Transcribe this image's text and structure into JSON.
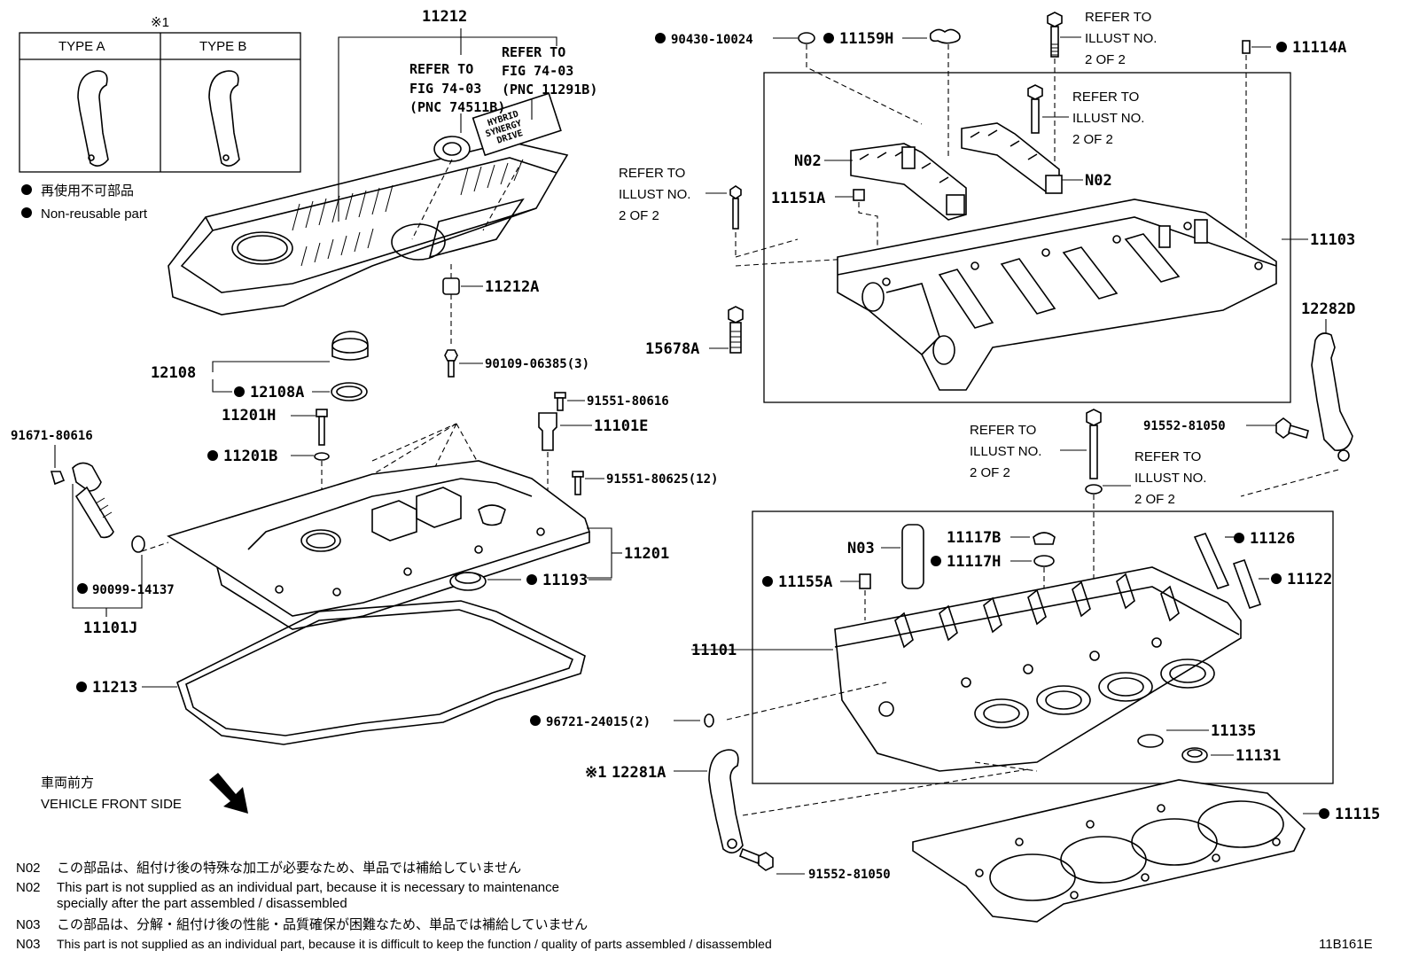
{
  "legend": {
    "note_mark": "※1",
    "type_a": "TYPE A",
    "type_b": "TYPE B",
    "nonreusable_jp": "再使用不可部品",
    "nonreusable_en": "Non-reusable part"
  },
  "direction": {
    "jp": "車両前方",
    "en": "VEHICLE FRONT SIDE"
  },
  "labels": {
    "p11212": "11212",
    "ref_fig_74511b_1": "REFER TO",
    "ref_fig_74511b_2": "FIG 74-03",
    "ref_fig_74511b_3": "(PNC 74511B)",
    "ref_fig_11291b_1": "REFER TO",
    "ref_fig_11291b_2": "FIG 74-03",
    "ref_fig_11291b_3": "(PNC 11291B)",
    "emblem_1": "HYBRID",
    "emblem_2": "SYNERGY",
    "emblem_3": "DRIVE",
    "p11212a": "11212A",
    "p90109": "90109-06385(3)",
    "p12108": "12108",
    "p12108a": "12108A",
    "p11201h": "11201H",
    "p11201b": "11201B",
    "p91551_80616": "91551-80616",
    "p11101e": "11101E",
    "p91551_80625": "91551-80625(12)",
    "p91671": "91671-80616",
    "p11201": "11201",
    "p11193": "11193",
    "p90099": "90099-14137",
    "p11101j": "11101J",
    "p11213": "11213",
    "p90430": "90430-10024",
    "p11159h": "11159H",
    "ref_illust_1a": "REFER TO",
    "ref_illust_1b": "ILLUST NO.",
    "ref_illust_1c": "2 OF 2",
    "ref_illust_2a": "REFER TO",
    "ref_illust_2b": "ILLUST NO.",
    "ref_illust_2c": "2 OF 2",
    "ref_illust_3a": "REFER TO",
    "ref_illust_3b": "ILLUST NO.",
    "ref_illust_3c": "2 OF 2",
    "ref_illust_4a": "REFER TO",
    "ref_illust_4b": "ILLUST NO.",
    "ref_illust_4c": "2 OF 2",
    "ref_illust_5a": "REFER TO",
    "ref_illust_5b": "ILLUST NO.",
    "ref_illust_5c": "2 OF 2",
    "p11114a": "11114A",
    "n02_left": "N02",
    "n02_right": "N02",
    "p11151a": "11151A",
    "p11103": "11103",
    "p15678a": "15678A",
    "p12282d": "12282D",
    "p91552_top": "91552-81050",
    "n03": "N03",
    "p11117b": "11117B",
    "p11117h": "11117H",
    "p11126": "11126",
    "p11122": "11122",
    "p11155a": "11155A",
    "p11101": "11101",
    "p96721": "96721-24015(2)",
    "p11135": "11135",
    "p11131": "11131",
    "note_12281a": "※1",
    "p12281a": "12281A",
    "p11115": "11115",
    "p91552_bottom": "91552-81050",
    "illustration_code": "11B161E"
  },
  "notes": {
    "n02_code_1": "N02",
    "n02_jp": "この部品は、組付け後の特殊な加工が必要なため、単品では補給していません",
    "n02_code_2": "N02",
    "n02_en_1": "This part is not supplied as an individual part, because it is necessary to maintenance",
    "n02_en_2": "specially after the part assembled / disassembled",
    "n03_code_1": "N03",
    "n03_jp": "この部品は、分解・組付け後の性能・品質確保が困難なため、単品では補給していません",
    "n03_code_2": "N03",
    "n03_en": "This part is not supplied as an individual part, because it is difficult to keep the function / quality of parts  assembled / disassembled"
  }
}
